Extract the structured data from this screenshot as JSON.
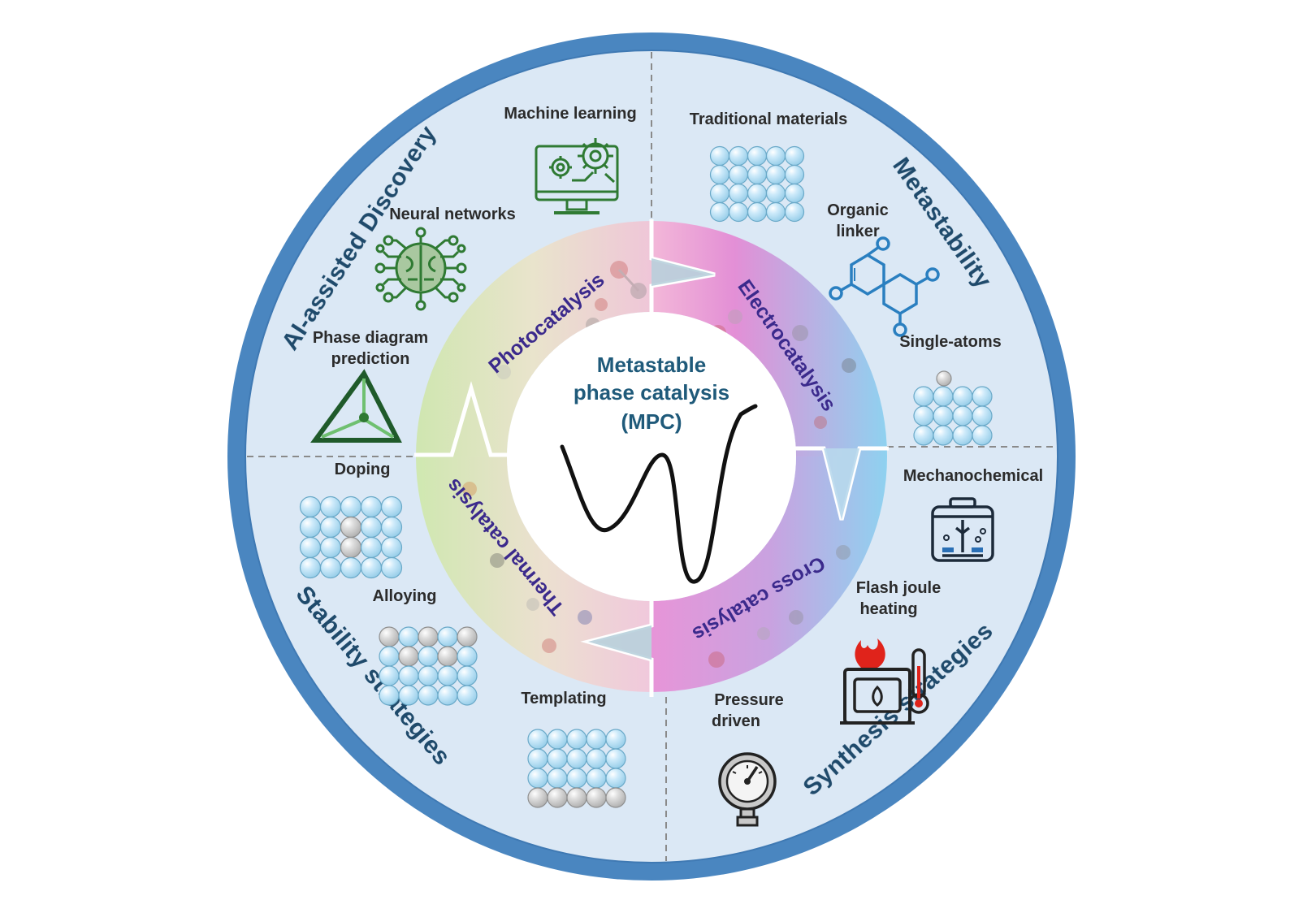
{
  "center": {
    "line1": "Metastable",
    "line2": "phase catalysis",
    "line3": "(MPC)"
  },
  "sectors": {
    "top_left": "AI-assisted Discovery",
    "top_right": "Metastability",
    "bottom_right": "Synthesis strategies",
    "bottom_left": "Stability strategies"
  },
  "catalysis": {
    "photo": "Photocatalysis",
    "electro": "Electrocatalysis",
    "cross": "Cross catalysis",
    "thermal": "Thermal catalysis"
  },
  "labels": {
    "machine_learning": "Machine learning",
    "neural_networks": "Neural networks",
    "phase_diagram_1": "Phase diagram",
    "phase_diagram_2": "prediction",
    "traditional_materials": "Traditional materials",
    "organic_linker_1": "Organic",
    "organic_linker_2": "linker",
    "single_atoms": "Single-atoms",
    "mechanochemical": "Mechanochemical",
    "flash_joule_1": "Flash joule",
    "flash_joule_2": "heating",
    "pressure_driven_1": "Pressure",
    "pressure_driven_2": "driven",
    "doping": "Doping",
    "alloying": "Alloying",
    "templating": "Templating"
  },
  "colors": {
    "outer_ring": "#4a86c0",
    "panel": "#dbe8f5",
    "divider": "#8a8a8a",
    "icon_green": "#2f7a33",
    "icon_blue": "#2a7fc0",
    "atom_blue": "#b9dff2",
    "atom_gray": "#cfcfcf",
    "center_text": "#1f5a7a",
    "catalysis_text": "#3b2a8c",
    "flame_red": "#e0231b"
  },
  "icons": [
    "monitor-gears-icon",
    "brain-circuit-icon",
    "triangle-phase-icon",
    "organic-molecule-icon",
    "mechanochemical-jar-icon",
    "furnace-thermometer-icon",
    "pressure-gauge-icon",
    "atom-lattice-icon",
    "energy-curve-icon"
  ]
}
